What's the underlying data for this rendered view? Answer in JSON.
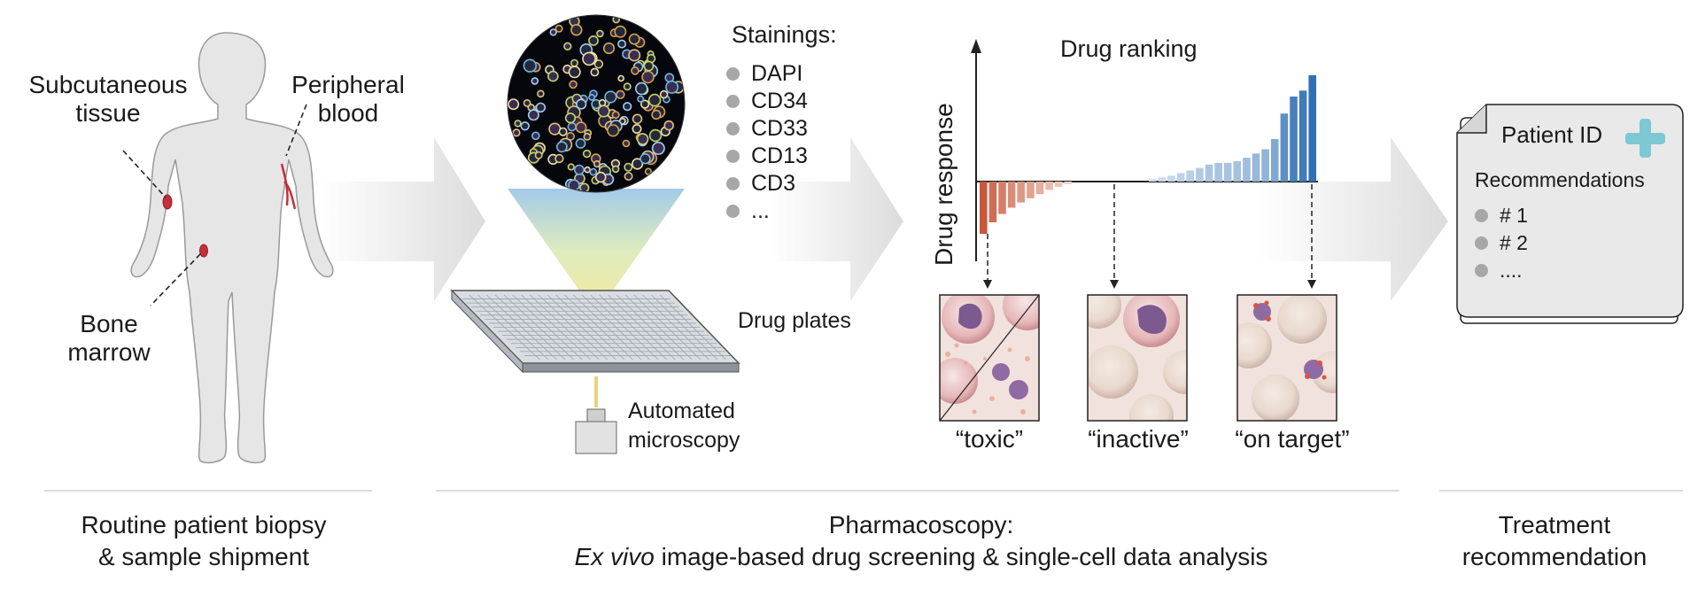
{
  "body_labels": {
    "subcutaneous": [
      "Subcutaneous",
      "tissue"
    ],
    "peripheral": [
      "Peripheral",
      "blood"
    ],
    "bone": [
      "Bone",
      "marrow"
    ]
  },
  "stainings": {
    "title": "Stainings:",
    "items": [
      "DAPI",
      "CD34",
      "CD33",
      "CD13",
      "CD3",
      "..."
    ]
  },
  "drug_plates_label": "Drug plates",
  "microscopy_label": [
    "Automated",
    "microscopy"
  ],
  "chart_data": {
    "type": "bar",
    "title": "Drug ranking",
    "ylabel": "Drug response",
    "xlabel": "",
    "values": [
      -1.0,
      -0.78,
      -0.62,
      -0.5,
      -0.4,
      -0.32,
      -0.24,
      -0.16,
      -0.1,
      -0.05,
      0,
      0,
      0,
      0,
      0,
      0,
      0,
      0,
      0.03,
      0.05,
      0.07,
      0.1,
      0.13,
      0.16,
      0.2,
      0.22,
      0.22,
      0.24,
      0.28,
      0.33,
      0.38,
      0.5,
      0.8,
      1.0,
      1.07,
      1.25
    ],
    "ylim": [
      -1.1,
      1.4
    ],
    "grid": false
  },
  "outcomes": [
    "“toxic”",
    "“inactive”",
    "“on target”"
  ],
  "report": {
    "title": "Patient ID",
    "subtitle": "Recommendations",
    "items": [
      "# 1",
      "# 2",
      "...."
    ]
  },
  "stages": {
    "s1": [
      "Routine patient biopsy",
      "& sample shipment"
    ],
    "s2_line1": "Pharmacoscopy:",
    "s2_line2_italic": "Ex vivo",
    "s2_line2_rest": " image-based drug screening & single-cell data analysis",
    "s3": [
      "Treatment",
      "recommendation"
    ]
  },
  "colors": {
    "text": "#1a1a1a",
    "arrow": "#e4e4e4",
    "body": "#e8e8e8",
    "bullet": "#a7a7a7",
    "toxic_bar": "#c8573c",
    "target_bar": "#2f6fb3",
    "cross": "#7ec8d4"
  }
}
